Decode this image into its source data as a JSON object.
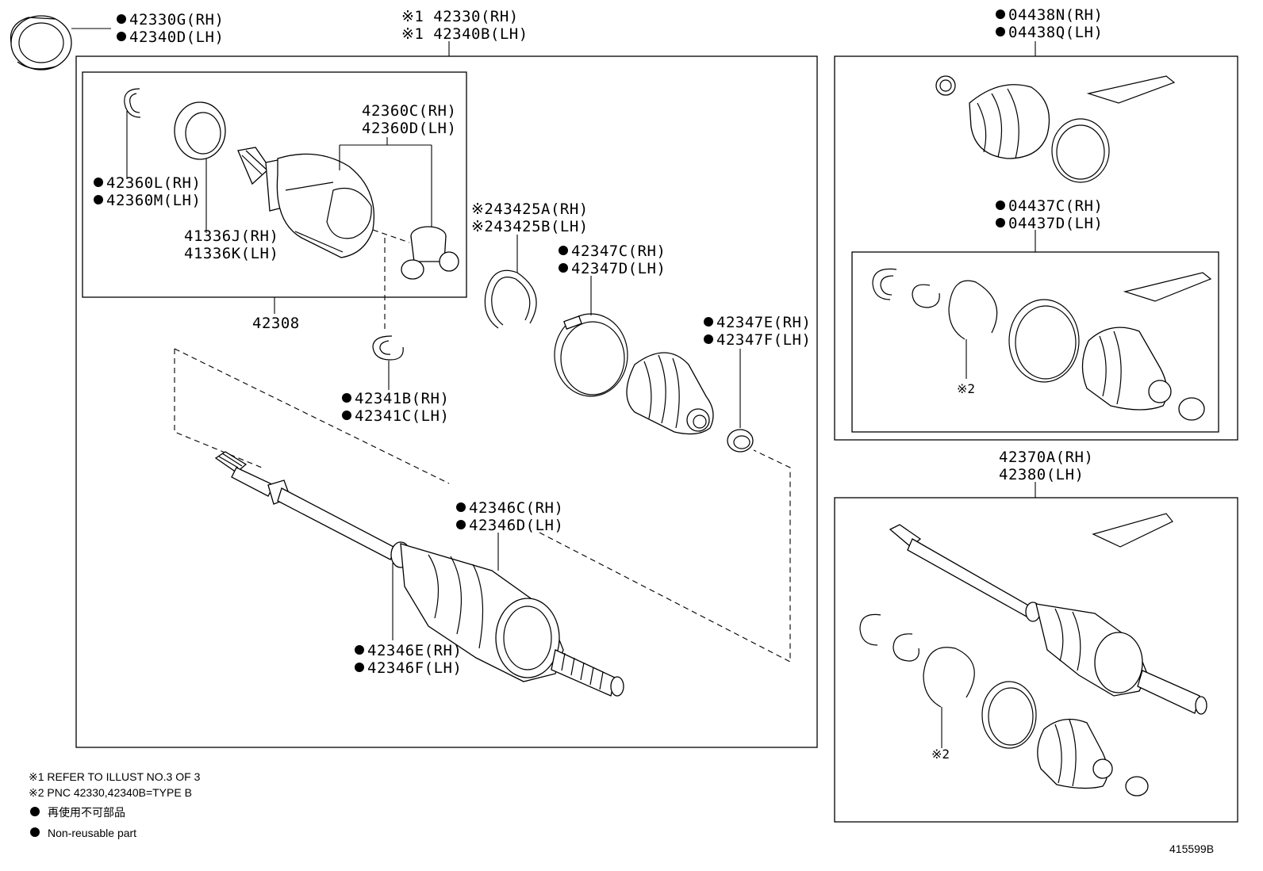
{
  "labels": {
    "outer_seal": [
      "42330G(RH)",
      "42340D(LH)"
    ],
    "main_assy": [
      "※1 42330(RH)",
      "※1 42340B(LH)"
    ],
    "inner_joint": [
      "42360C(RH)",
      "42360D(LH)"
    ],
    "snap_ring_a": [
      "42360L(RH)",
      "42360M(LH)"
    ],
    "dust_seal": [
      "41336J(RH)",
      "41336K(LH)"
    ],
    "inner_assy": "42308",
    "ring_2": [
      "※243425A(RH)",
      "※243425B(LH)"
    ],
    "boot_clamp_c": [
      "42347C(RH)",
      "42347D(LH)"
    ],
    "boot_clamp_e": [
      "42347E(RH)",
      "42347F(LH)"
    ],
    "snap_ring_b": [
      "42341B(RH)",
      "42341C(LH)"
    ],
    "outer_boot_c": [
      "42346C(RH)",
      "42346D(LH)"
    ],
    "outer_boot_e": [
      "42346E(RH)",
      "42346F(LH)"
    ],
    "boot_kit_outer": [
      "04438N(RH)",
      "04438Q(LH)"
    ],
    "boot_kit_inner": [
      "04437C(RH)",
      "04437D(LH)"
    ],
    "shaft_assy": [
      "42370A(RH)",
      "42380(LH)"
    ],
    "ref2_kit": "※2",
    "ref2_shaft": "※2"
  },
  "notes": {
    "ref1": "※1 REFER TO ILLUST NO.3 OF 3",
    "ref2": "※2 PNC 42330,42340B=TYPE B",
    "legend_jp": "再使用不可部品",
    "legend_en": "Non-reusable part"
  },
  "illustration_id": "415599B"
}
